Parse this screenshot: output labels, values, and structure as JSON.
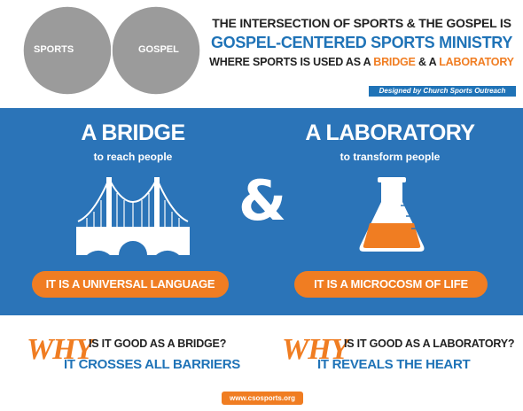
{
  "venn": {
    "left_label": "SPORTS",
    "right_label": "GOSPEL",
    "colors": {
      "circle": "#9b9b9b",
      "intersection": "#f07d22"
    }
  },
  "headline": {
    "line1": "THE INTERSECTION OF SPORTS & THE GOSPEL IS",
    "line2": "GOSPEL-CENTERED SPORTS MINISTRY",
    "line3_prefix": "WHERE SPORTS IS USED AS A ",
    "line3_bridge": "BRIDGE",
    "line3_middle": " & A ",
    "line3_lab": "LABORATORY"
  },
  "designed_by": "Designed by Church Sports Outreach",
  "bridge": {
    "title": "A BRIDGE",
    "subtitle": "to reach people",
    "pill": "IT IS A UNIVERSAL LANGUAGE",
    "icon": "suspension-bridge-icon"
  },
  "ampersand": "&",
  "laboratory": {
    "title": "A LABORATORY",
    "subtitle": "to transform people",
    "pill": "IT IS A MICROCOSM OF LIFE",
    "icon": "erlenmeyer-flask-icon"
  },
  "why_bridge": {
    "why": "WHY",
    "question": "IS IT GOOD AS A BRIDGE?",
    "answer": "IT CROSSES ALL BARRIERS"
  },
  "why_lab": {
    "why": "WHY",
    "question": "IS IT GOOD AS A LABORATORY?",
    "answer": "IT REVEALS THE HEART"
  },
  "url": "www.csosports.org",
  "colors": {
    "blue": "#2b74b8",
    "orange": "#f07d22",
    "dark": "#222222"
  }
}
